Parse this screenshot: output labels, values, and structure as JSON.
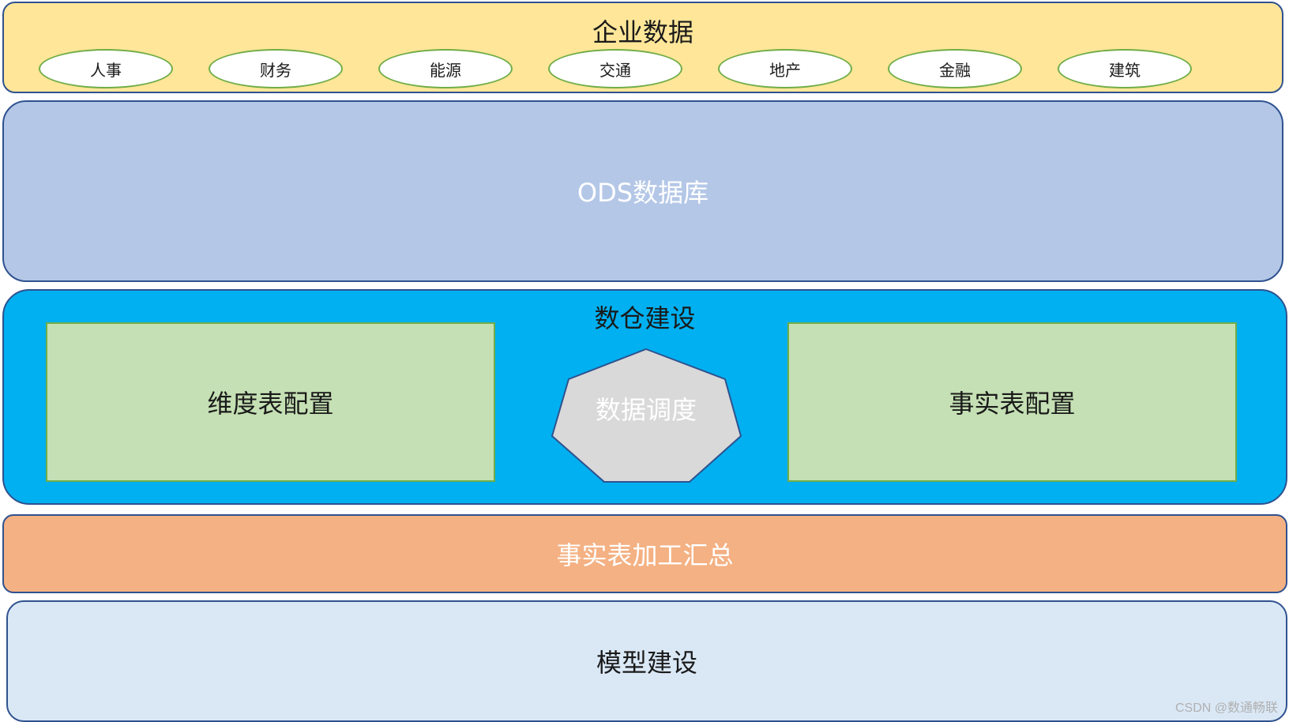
{
  "enterprise": {
    "title": "企业数据",
    "sources": [
      "人事",
      "财务",
      "能源",
      "交通",
      "地产",
      "金融",
      "建筑"
    ]
  },
  "ods": {
    "label": "ODS数据库"
  },
  "warehouse": {
    "title": "数仓建设",
    "dimension_config": "维度表配置",
    "scheduling": "数据调度",
    "fact_config": "事实表配置"
  },
  "fact_aggregation": {
    "label": "事实表加工汇总"
  },
  "model": {
    "label": "模型建设"
  },
  "watermark": "CSDN @数通畅联",
  "colors": {
    "enterprise_bg": "#ffe699",
    "ods_bg": "#b4c7e7",
    "warehouse_bg": "#00b0f0",
    "config_bg": "#c5e0b4",
    "scheduling_bg": "#d9d9d9",
    "fact_agg_bg": "#f4b183",
    "model_bg": "#dae8f6"
  }
}
